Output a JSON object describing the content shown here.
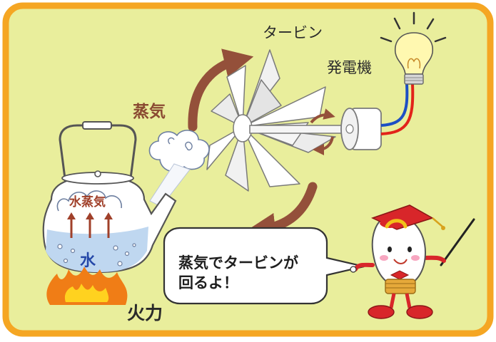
{
  "labels": {
    "turbine": "タービン",
    "generator": "発電機",
    "steam": "蒸気",
    "water_steam": "水蒸気",
    "water": "水",
    "fire": "火力"
  },
  "speech_bubble": {
    "line1": "蒸気でタービンが",
    "line2": "回るよ！"
  },
  "colors": {
    "panel_fill": "#e9ee9c",
    "panel_border": "#f5a623",
    "arrow_brown": "#94503a",
    "water_blue": "#bfd7f0",
    "wire_red": "#e2231a",
    "wire_blue": "#1d4fc4",
    "flame_orange": "#f07d16",
    "flame_yellow": "#ffd21f",
    "mascot_hat_red": "#d8262a"
  },
  "icons": [
    "kettle-icon",
    "turbine-icon",
    "generator-icon",
    "light-bulb-icon",
    "mascot-icon",
    "steam-cloud-icon",
    "flame-icon"
  ]
}
